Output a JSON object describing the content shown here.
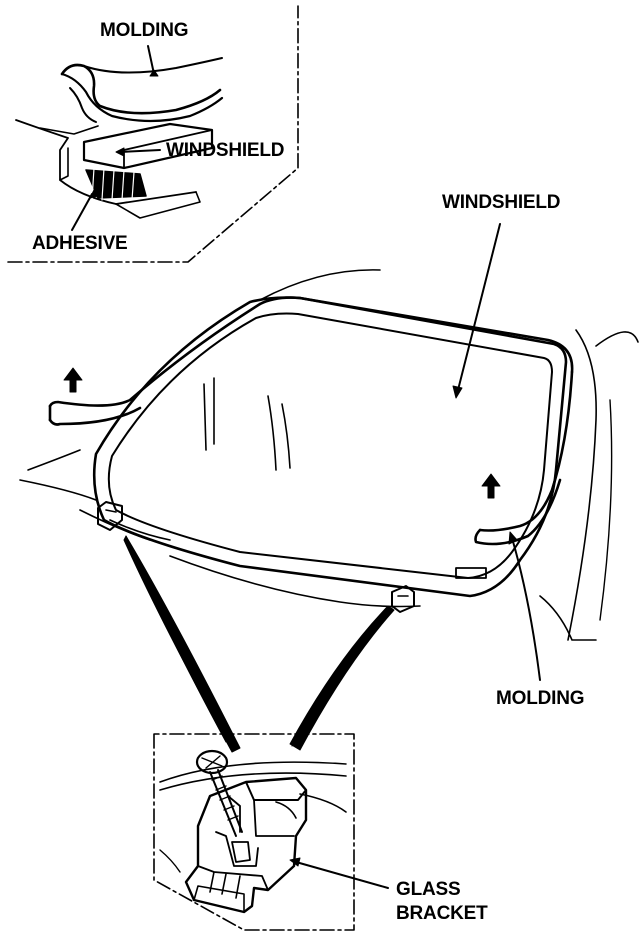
{
  "labels": {
    "inset_molding": "MOLDING",
    "inset_windshield": "WINDSHIELD",
    "inset_adhesive": "ADHESIVE",
    "windshield": "WINDSHIELD",
    "molding": "MOLDING",
    "glass_bracket_line1": "GLASS",
    "glass_bracket_line2": "BRACKET"
  },
  "colors": {
    "ink": "#000000",
    "paper": "#ffffff"
  }
}
